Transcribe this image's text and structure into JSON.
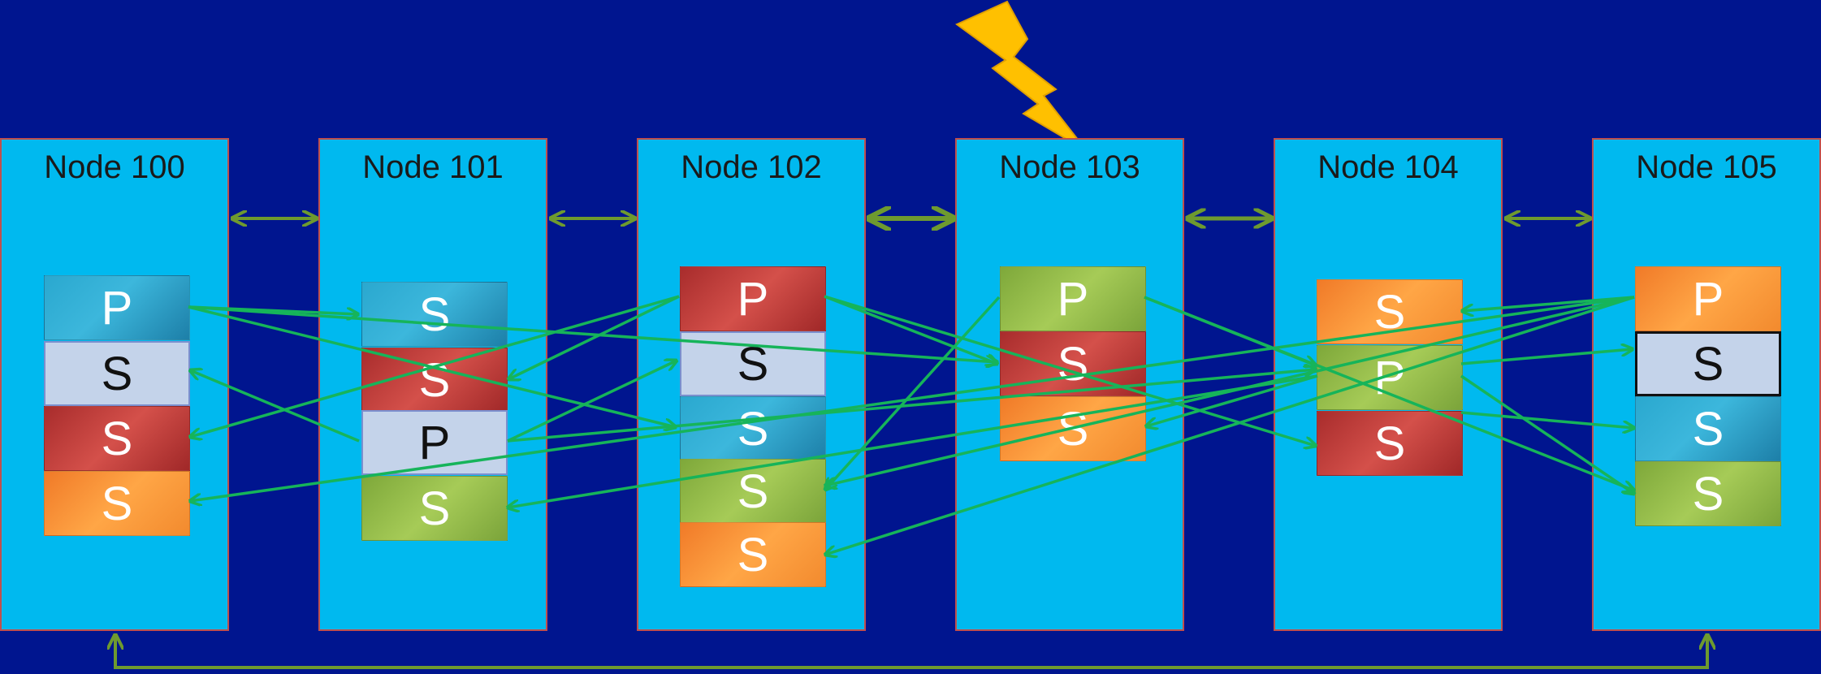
{
  "colors": {
    "background": "#00158f",
    "node_fill": "#00b9ef",
    "node_border": "#c0504d",
    "node_link": "#6e9a2f",
    "replication_arrow": "#16b45a",
    "lightning": "#ffc000"
  },
  "nodes": [
    {
      "name": "Node 100",
      "replicas": [
        {
          "label": "P",
          "color": "blue"
        },
        {
          "label": "S",
          "color": "pale"
        },
        {
          "label": "S",
          "color": "red"
        },
        {
          "label": "S",
          "color": "orange"
        }
      ]
    },
    {
      "name": "Node 101",
      "replicas": [
        {
          "label": "S",
          "color": "blue"
        },
        {
          "label": "S",
          "color": "red"
        },
        {
          "label": "P",
          "color": "pale"
        },
        {
          "label": "S",
          "color": "green"
        }
      ]
    },
    {
      "name": "Node 102",
      "replicas": [
        {
          "label": "P",
          "color": "red"
        },
        {
          "label": "S",
          "color": "pale"
        },
        {
          "label": "S",
          "color": "blue"
        },
        {
          "label": "S",
          "color": "green"
        },
        {
          "label": "S",
          "color": "orange"
        }
      ]
    },
    {
      "name": "Node 103",
      "replicas": [
        {
          "label": "P",
          "color": "green"
        },
        {
          "label": "S",
          "color": "red"
        },
        {
          "label": "S",
          "color": "orange"
        }
      ]
    },
    {
      "name": "Node 104",
      "replicas": [
        {
          "label": "S",
          "color": "orange"
        },
        {
          "label": "P",
          "color": "green"
        },
        {
          "label": "S",
          "color": "red"
        }
      ]
    },
    {
      "name": "Node 105",
      "replicas": [
        {
          "label": "P",
          "color": "orange"
        },
        {
          "label": "S",
          "color": "pale-bold"
        },
        {
          "label": "S",
          "color": "blue"
        },
        {
          "label": "S",
          "color": "green"
        }
      ]
    }
  ]
}
